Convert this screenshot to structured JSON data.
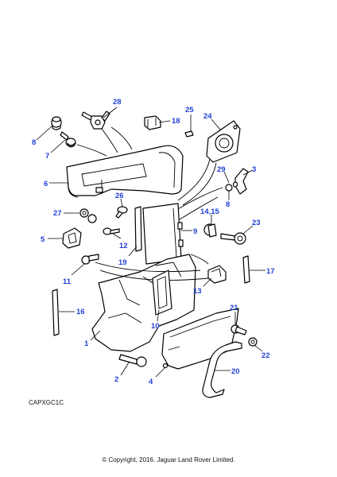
{
  "diagram": {
    "code": "CAPXGC1C",
    "copyright": "© Copyright, 2016. Jaguar Land Rover Limited.",
    "callout_color": "#1f3fd6",
    "callouts": [
      "28",
      "25",
      "18",
      "24",
      "8",
      "7",
      "6",
      "29",
      "3",
      "8",
      "26",
      "27",
      "14,15",
      "23",
      "9",
      "5",
      "12",
      "19",
      "17",
      "11",
      "13",
      "16",
      "21",
      "10",
      "1",
      "22",
      "20",
      "2",
      "4"
    ]
  }
}
